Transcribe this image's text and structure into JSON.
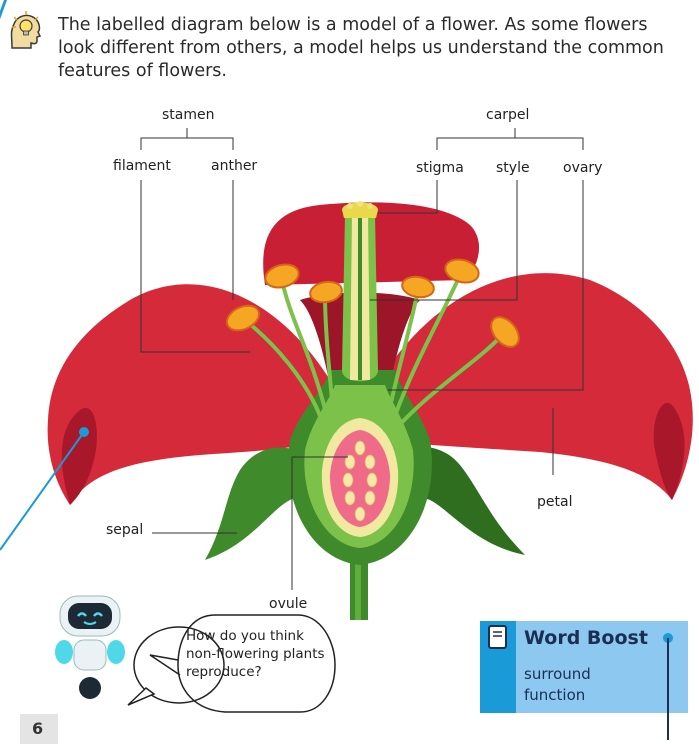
{
  "intro_text": "The labelled diagram below is a model of a flower. As some flowers look different from others, a model helps us understand the common features of flowers.",
  "labels": {
    "stamen": "stamen",
    "carpel": "carpel",
    "filament": "filament",
    "anther": "anther",
    "stigma": "stigma",
    "style": "style",
    "ovary": "ovary",
    "petal": "petal",
    "sepal": "sepal",
    "ovule": "ovule"
  },
  "robot_question": "How do you think non-flowering plants reproduce?",
  "word_boost": {
    "title": "Word Boost",
    "words": [
      "surround",
      "function"
    ]
  },
  "page_number": "6",
  "colors": {
    "petal": "#d42a3a",
    "leaf_green": "#3f8a2a",
    "accent_blue": "#1a9ad6",
    "word_boost_bg": "#8cc8f0"
  }
}
